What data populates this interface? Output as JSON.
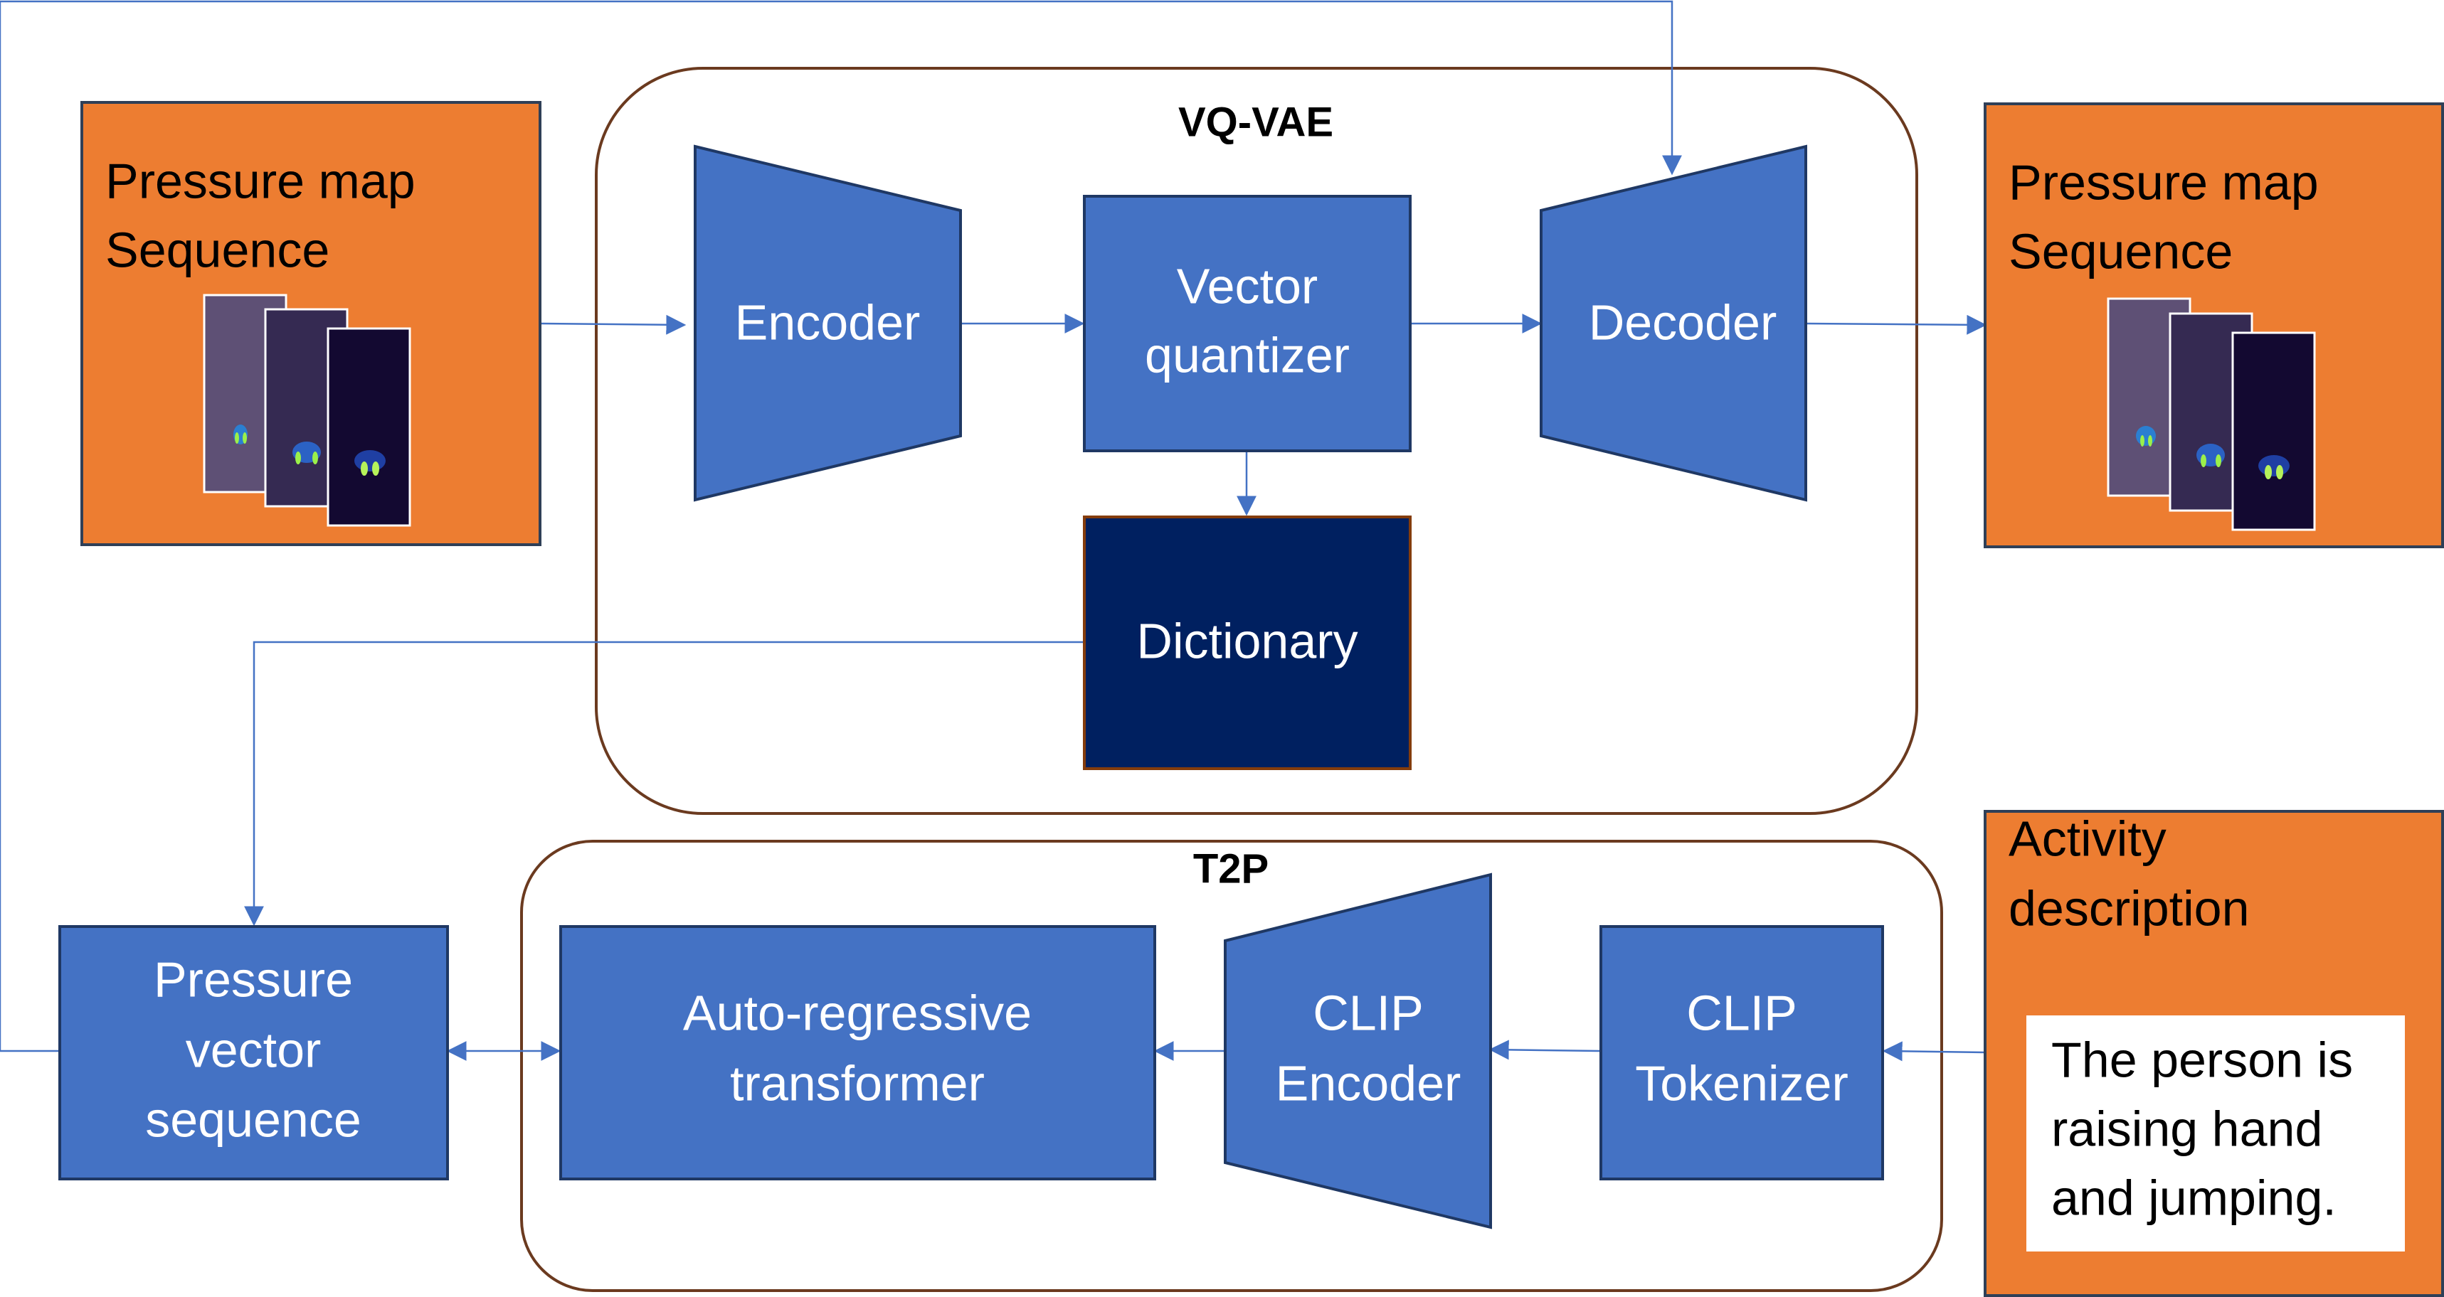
{
  "colors": {
    "blue": "#4472c4",
    "dark_blue": "#002060",
    "orange": "#ed7d31",
    "group_border": "#6b3a1f",
    "arrow": "#4472c4"
  },
  "groups": {
    "vqvae_title": "VQ-VAE",
    "t2p_title": "T2P"
  },
  "input_panel": {
    "line1": "Pressure map",
    "line2": "Sequence"
  },
  "output_panel": {
    "line1": "Pressure map",
    "line2": "Sequence"
  },
  "encoder": {
    "label": "Encoder",
    "shape": "trapezoid-narrowing-right"
  },
  "quantizer": {
    "line1": "Vector",
    "line2": "quantizer"
  },
  "decoder": {
    "label": "Decoder",
    "shape": "trapezoid-widening-right"
  },
  "dictionary": {
    "label": "Dictionary"
  },
  "pressure_vector": {
    "line1": "Pressure",
    "line2": "vector",
    "line3": "sequence"
  },
  "transformer": {
    "line1": "Auto-regressive",
    "line2": "transformer"
  },
  "clip_encoder": {
    "line1": "CLIP",
    "line2": "Encoder"
  },
  "clip_tokenizer": {
    "line1": "CLIP",
    "line2": "Tokenizer"
  },
  "activity_panel": {
    "line1": "Activity",
    "line2": "description",
    "example_line1": "The person is",
    "example_line2": "raising hand",
    "example_line3": "and jumping."
  }
}
